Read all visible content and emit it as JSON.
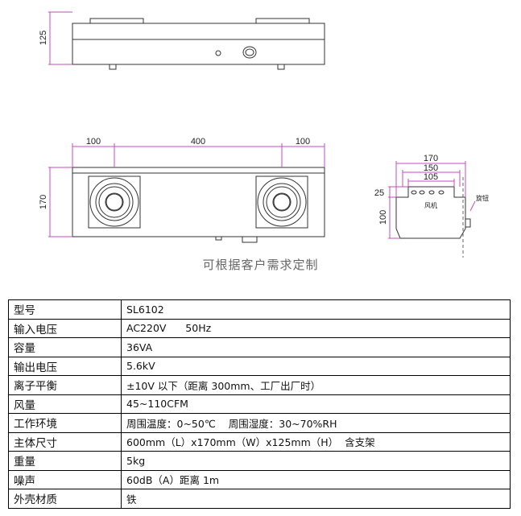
{
  "drawings": {
    "front_view": {
      "height_dim": "125"
    },
    "top_view": {
      "width_dims": [
        "100",
        "400",
        "100"
      ],
      "height_dim": "170"
    },
    "side_view": {
      "width_dims": [
        "170",
        "150",
        "105"
      ],
      "height_dims": [
        "25",
        "100"
      ],
      "label_fan": "风机",
      "label_knob": "旋钮"
    },
    "caption": "可根据客户需求定制"
  },
  "spec_table": [
    {
      "key": "型号",
      "value": "SL6102"
    },
    {
      "key": "输入电压",
      "value": "AC220V      50Hz"
    },
    {
      "key": "容量",
      "value": "36VA"
    },
    {
      "key": "输出电压",
      "value": "5.6kV"
    },
    {
      "key": "离子平衡",
      "value": "±10V 以下（距离 300mm、工厂出厂时）"
    },
    {
      "key": "风量",
      "value": "45~110CFM"
    },
    {
      "key": "工作环境",
      "value": "周围温度：0~50℃    周围湿度：30~70%RH"
    },
    {
      "key": "主体尺寸",
      "value": "600mm（L）x170mm（W）x125mm（H）  含支架"
    },
    {
      "key": "重量",
      "value": "5kg"
    },
    {
      "key": "噪声",
      "value": "60dB（A）距离 1m"
    },
    {
      "key": "外壳材质",
      "value": "铁"
    }
  ]
}
